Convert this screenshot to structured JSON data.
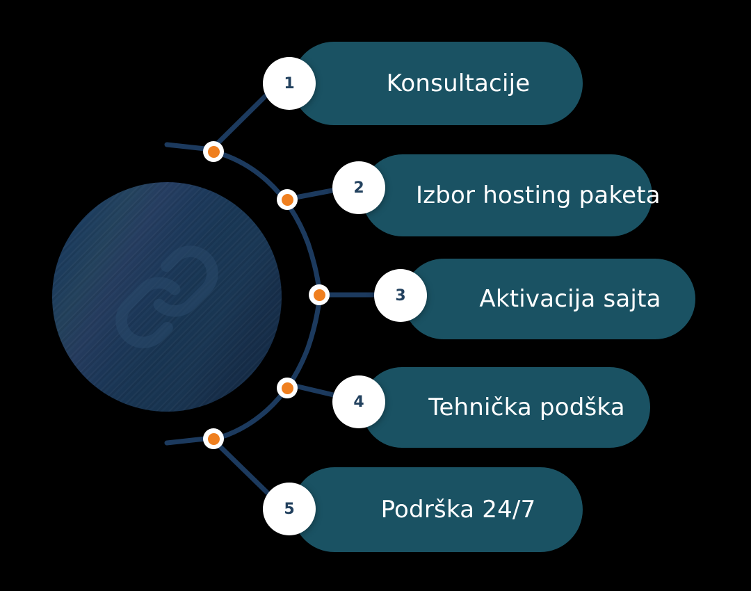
{
  "diagram": {
    "type": "process-steps-radial",
    "background_color": "#000000",
    "accent_color": "#ef7f1f",
    "pill_color": "#1a5263",
    "line_color": "#1c3a5e",
    "badge_text_color": "#22415e",
    "label_text_color": "#ffffff",
    "hero": {
      "shape": "circle",
      "icon": "link-chain-icon",
      "gradient_from": "#17304f",
      "gradient_to": "#16304c"
    },
    "steps": [
      {
        "number": "1",
        "label": "Konsultacije"
      },
      {
        "number": "2",
        "label": "Izbor hosting paketa"
      },
      {
        "number": "3",
        "label": "Aktivacija sajta"
      },
      {
        "number": "4",
        "label": "Tehnička podška"
      },
      {
        "number": "5",
        "label": "Podrška 24/7"
      }
    ],
    "nodes": [
      {
        "name": "node-1"
      },
      {
        "name": "node-2"
      },
      {
        "name": "node-3"
      },
      {
        "name": "node-4"
      },
      {
        "name": "node-5"
      }
    ]
  }
}
